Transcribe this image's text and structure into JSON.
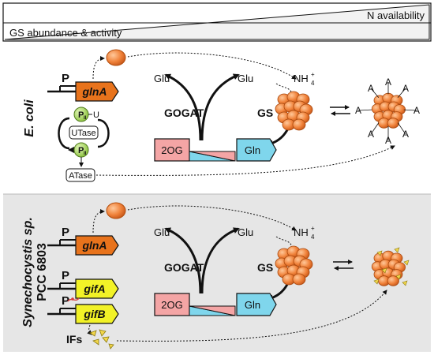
{
  "header": {
    "n_availability": "N availability",
    "gs_abundance": "GS abundance & activity"
  },
  "ecoli": {
    "organism": "E. coli",
    "promoter": "P",
    "gene": "glnA",
    "pii": "P",
    "pii_sub": "II",
    "u": "U",
    "utase": "UTase",
    "atase": "ATase",
    "glu_left": "Glu",
    "glu_right": "Glu",
    "nh4": "NH",
    "nh4_sub": "4",
    "nh4_sup": "+",
    "gogat": "GOGAT",
    "gs": "GS",
    "two_og": "2OG",
    "gln": "Gln",
    "adenylyl": "A"
  },
  "synechocystis": {
    "organism_line1": "Synechocystis sp.",
    "organism_line2": "PCC 6803",
    "promoter": "P",
    "gene_glnA": "glnA",
    "gene_gifA": "gifA",
    "gene_gifB": "gifB",
    "ifs": "IFs",
    "glu_left": "Glu",
    "glu_right": "Glu",
    "nh4": "NH",
    "nh4_sub": "4",
    "nh4_sup": "+",
    "gogat": "GOGAT",
    "gs": "GS",
    "two_og": "2OG",
    "gln": "Gln"
  },
  "colors": {
    "glnA_gene": "#e8731c",
    "gif_gene": "#f2f227",
    "gs_enzyme": "#f08a3c",
    "pii_protein": "#b5e26b",
    "two_og_box": "#f4a5a5",
    "gln_box": "#7fd6ec",
    "lower_panel_bg": "#e6e6e6",
    "if_protein": "#f2d64b"
  }
}
